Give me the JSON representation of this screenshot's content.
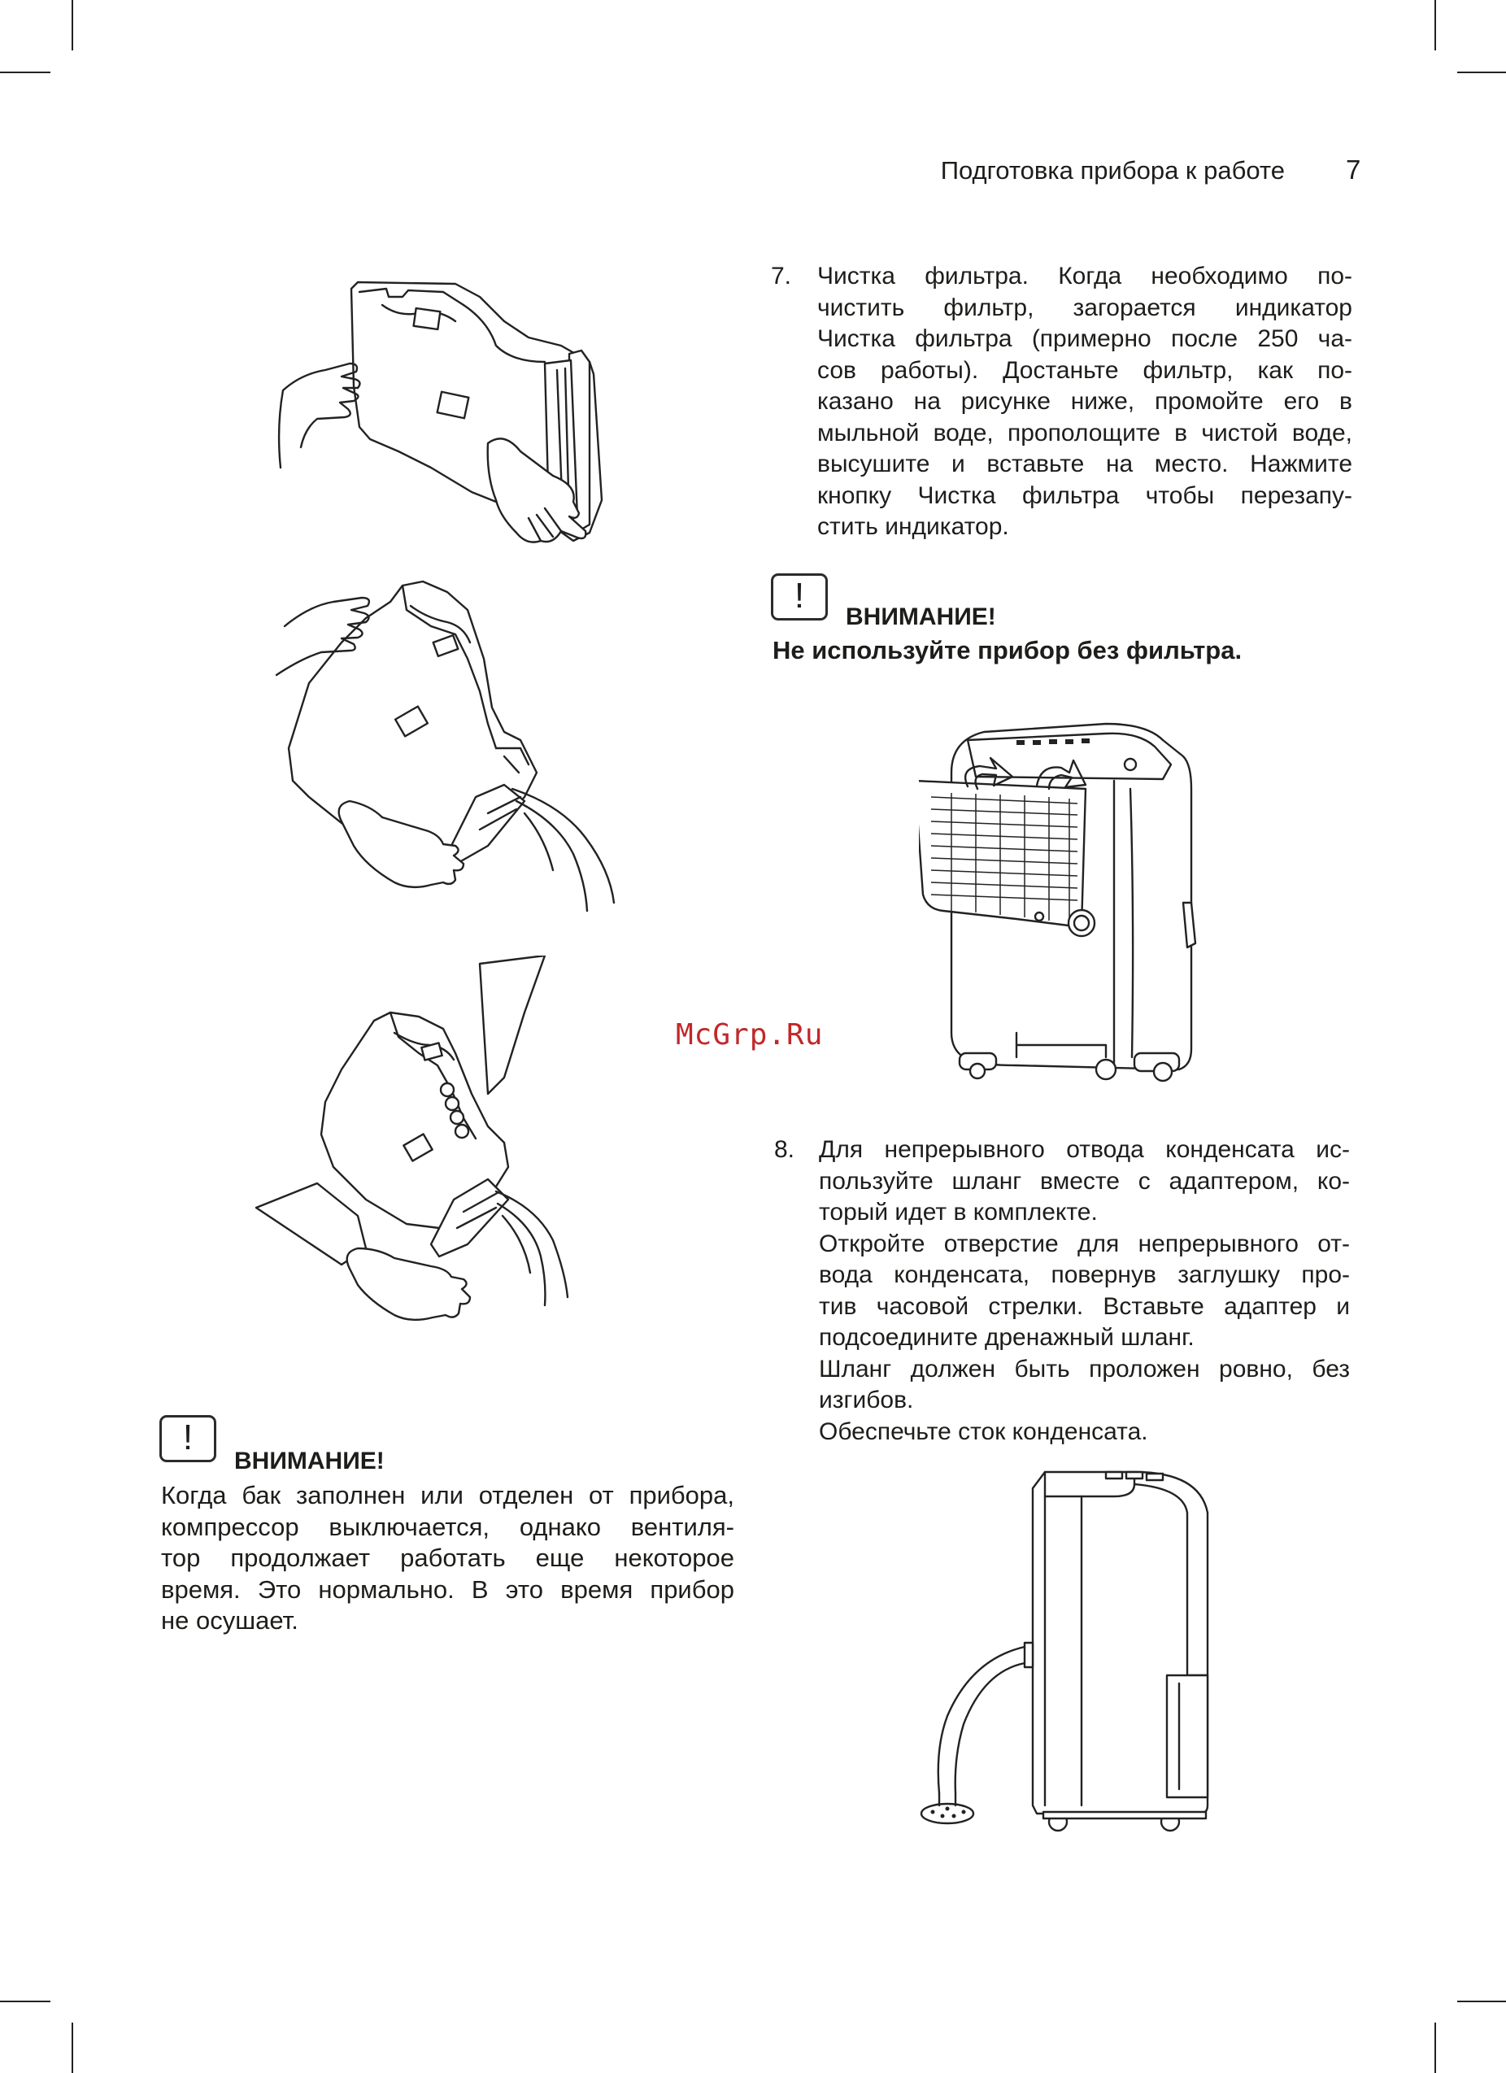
{
  "header": {
    "section_title": "Подготовка прибора к работе",
    "page_number": "7"
  },
  "step7": {
    "number": "7.",
    "lines": [
      "Чистка фильтра. Когда необходимо по-",
      "чистить фильтр, загорается индикатор",
      "Чистка фильтра (примерно после 250 ча-",
      "сов работы). Достаньте фильтр, как по-",
      "казано на рисунке ниже, промойте его в",
      "мыльной воде, прополощите в чистой воде,",
      "высушите и вставьте на место. Нажмите",
      "кнопку Чистка фильтра чтобы перезапу-",
      "стить индикатор."
    ]
  },
  "warning_right": {
    "icon": "!",
    "title": "ВНИМАНИЕ!",
    "text": "Не используйте прибор без фильтра."
  },
  "step8": {
    "number": "8.",
    "lines": [
      "Для непрерывного отвода конденсата ис-",
      "пользуйте шланг вместе с адаптером, ко-",
      "торый идет в комплекте.",
      "Откройте отверстие для непрерывного от-",
      "вода конденсата, повернув заглушку про-",
      "тив часовой стрелки. Вставьте адаптер и",
      "подсоедините дренажный шланг.",
      "Шланг должен быть проложен ровно, без",
      "изгибов.",
      "Обеспечьте сток конденсата."
    ]
  },
  "warning_left": {
    "icon": "!",
    "title": "ВНИМАНИЕ!",
    "lines": [
      "Когда бак заполнен или отделен от прибора,",
      "компрессор выключается, однако вентиля-",
      "тор продолжает работать еще некоторое",
      "время. Это нормально. В это время прибор",
      "не осушает."
    ]
  },
  "watermark": "McGrp.Ru"
}
